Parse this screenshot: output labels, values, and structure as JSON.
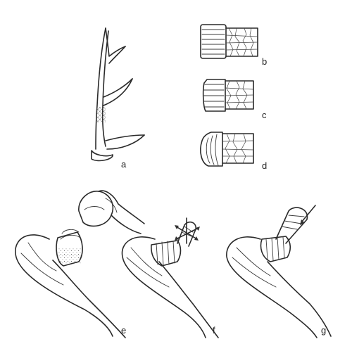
{
  "panels": [
    {
      "id": "a",
      "label": "a"
    },
    {
      "id": "b",
      "label": "b"
    },
    {
      "id": "c",
      "label": "c"
    },
    {
      "id": "d",
      "label": "d"
    },
    {
      "id": "e",
      "label": "e"
    },
    {
      "id": "f",
      "label": "f"
    },
    {
      "id": "g",
      "label": "g"
    }
  ],
  "colors": {
    "ink": "#2a2a2a",
    "background": "#ffffff"
  }
}
